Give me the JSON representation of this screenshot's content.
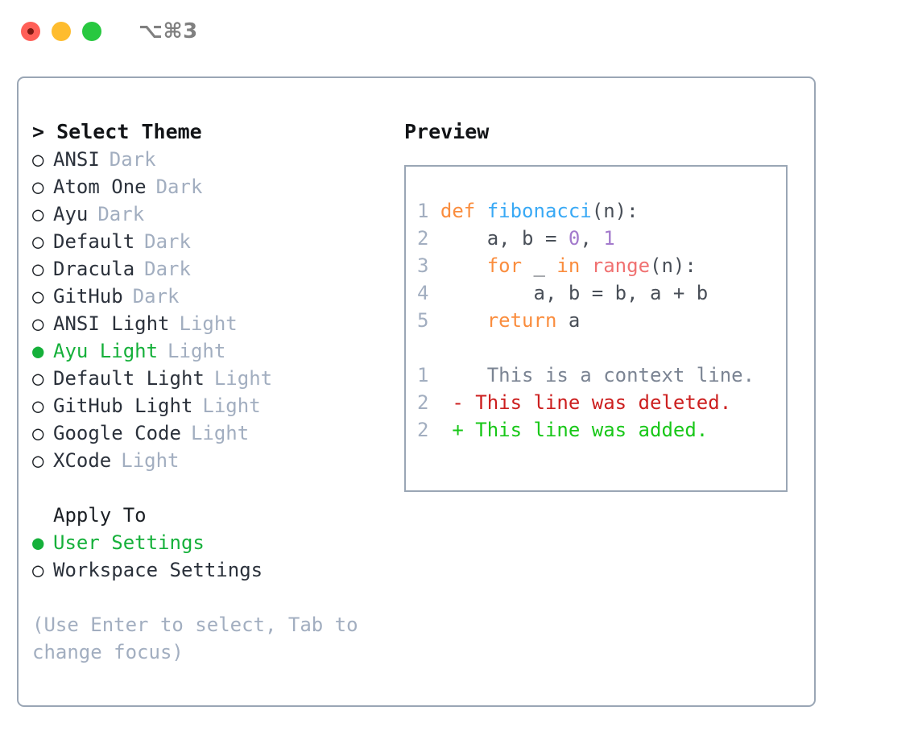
{
  "window": {
    "traffic_lights": [
      "close",
      "minimize",
      "maximize"
    ],
    "shortcut": "⌥⌘3"
  },
  "left": {
    "heading": "> Select Theme",
    "themes": [
      {
        "bullet": "○",
        "name": "ANSI",
        "category": "Dark",
        "selected": false
      },
      {
        "bullet": "○",
        "name": "Atom One",
        "category": "Dark",
        "selected": false
      },
      {
        "bullet": "○",
        "name": "Ayu",
        "category": "Dark",
        "selected": false
      },
      {
        "bullet": "○",
        "name": "Default",
        "category": "Dark",
        "selected": false
      },
      {
        "bullet": "○",
        "name": "Dracula",
        "category": "Dark",
        "selected": false
      },
      {
        "bullet": "○",
        "name": "GitHub",
        "category": "Dark",
        "selected": false
      },
      {
        "bullet": "○",
        "name": "ANSI Light",
        "category": "Light",
        "selected": false
      },
      {
        "bullet": "●",
        "name": "Ayu Light",
        "category": "Light",
        "selected": true
      },
      {
        "bullet": "○",
        "name": "Default Light",
        "category": "Light",
        "selected": false
      },
      {
        "bullet": "○",
        "name": "GitHub Light",
        "category": "Light",
        "selected": false
      },
      {
        "bullet": "○",
        "name": "Google Code",
        "category": "Light",
        "selected": false
      },
      {
        "bullet": "○",
        "name": "XCode",
        "category": "Light",
        "selected": false
      }
    ],
    "apply_to_heading": "Apply To",
    "apply_to": [
      {
        "bullet": "●",
        "label": "User Settings",
        "selected": true
      },
      {
        "bullet": "○",
        "label": "Workspace Settings",
        "selected": false
      }
    ],
    "hint": "(Use Enter to select, Tab to change focus)"
  },
  "right": {
    "title": "Preview",
    "code_lines": [
      {
        "num": "1",
        "tokens": [
          {
            "t": "def ",
            "c": "kw"
          },
          {
            "t": "fibonacci",
            "c": "fn"
          },
          {
            "t": "(n):",
            "c": "pl"
          }
        ]
      },
      {
        "num": "2",
        "tokens": [
          {
            "t": "    a, b = ",
            "c": "pl"
          },
          {
            "t": "0",
            "c": "num"
          },
          {
            "t": ", ",
            "c": "pl"
          },
          {
            "t": "1",
            "c": "num"
          }
        ]
      },
      {
        "num": "3",
        "tokens": [
          {
            "t": "    ",
            "c": "pl"
          },
          {
            "t": "for",
            "c": "kw"
          },
          {
            "t": " _ ",
            "c": "pl"
          },
          {
            "t": "in",
            "c": "kw"
          },
          {
            "t": " ",
            "c": "pl"
          },
          {
            "t": "range",
            "c": "bi"
          },
          {
            "t": "(n):",
            "c": "pl"
          }
        ]
      },
      {
        "num": "4",
        "tokens": [
          {
            "t": "        a, b = b, a + b",
            "c": "pl"
          }
        ]
      },
      {
        "num": "5",
        "tokens": [
          {
            "t": "    ",
            "c": "pl"
          },
          {
            "t": "return",
            "c": "kw"
          },
          {
            "t": " a",
            "c": "pl"
          }
        ]
      }
    ],
    "diff_lines": [
      {
        "num": "1",
        "marker": " ",
        "text": "  This is a context line.",
        "kind": "dctx"
      },
      {
        "num": "2",
        "marker": "-",
        "text": " This line was deleted.",
        "kind": "ddel"
      },
      {
        "num": "2",
        "marker": "+",
        "text": " This line was added.",
        "kind": "dadd"
      }
    ]
  },
  "colors": {
    "accent_green": "#15b03a",
    "muted": "#a2aec0",
    "border": "#9aa6b5",
    "keyword": "#fa8d3e",
    "function": "#39a9f5",
    "number": "#a37acc",
    "builtin": "#f07171",
    "diff_add": "#18c718",
    "diff_del": "#cc1f1f",
    "traffic_red": "#ff5f57",
    "traffic_yellow": "#febc2e",
    "traffic_green": "#28c840"
  }
}
